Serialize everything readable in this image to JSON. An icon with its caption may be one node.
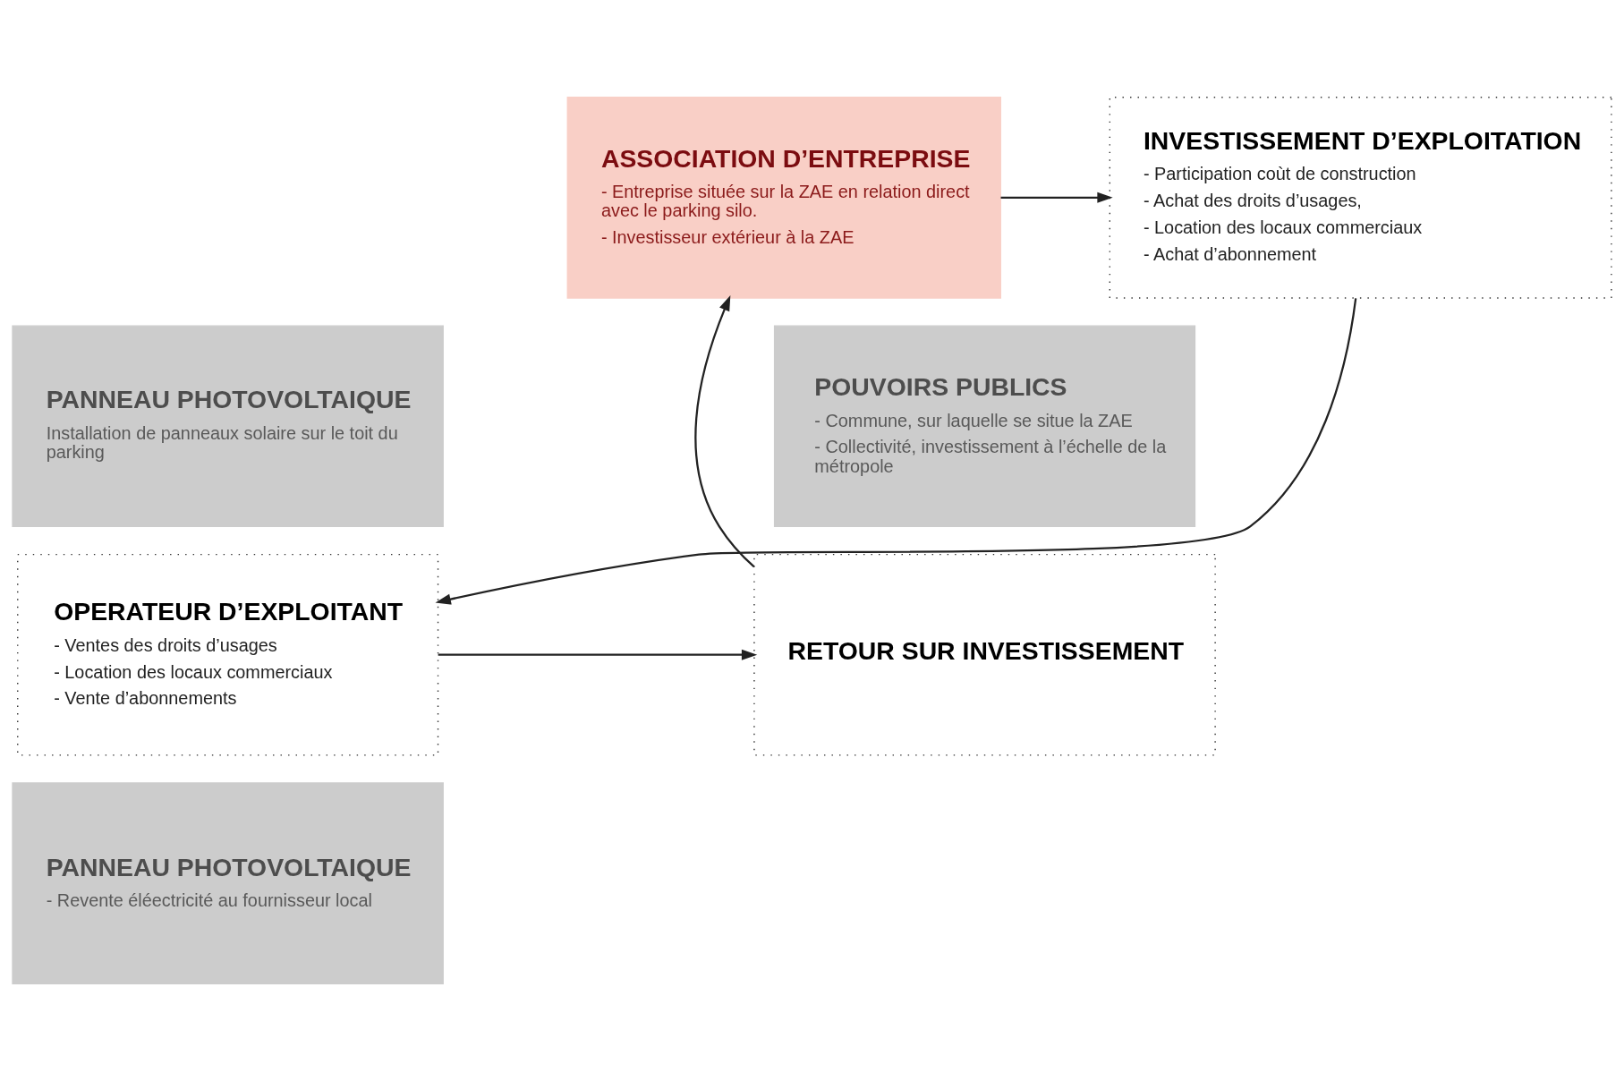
{
  "diagram": {
    "nodes": [
      {
        "text": [
          "ASSOCIATION D’ENTREPRISE",
          "- Entreprise située sur la ZAE en relation direct avec le parking silo.",
          "- Investisseur extérieur à la ZAE"
        ]
      },
      {
        "text": [
          "POUVOIRS PUBLICS",
          "- Commune, sur laquelle se situe la ZAE",
          "- Collectivité, investissement à l’échelle de la métropole"
        ]
      },
      {
        "text": [
          "INVESTISSEMENT D’EXPLOITATION",
          "- Participation coùt de construction",
          "- Achat des droits d’usages,",
          "- Location des locaux commerciaux",
          "- Achat d’abonnement"
        ]
      },
      {
        "text": [
          "PANNEAU PHOTOVOLTAIQUE",
          "Installation de panneaux solaire sur le toit du parking"
        ]
      },
      {
        "text": [
          "RETOUR SUR INVESTISSEMENT"
        ]
      },
      {
        "text": [
          "OPERATEUR D’EXPLOITANT",
          "- Ventes des droits d’usages",
          "- Location des locaux commerciaux",
          "- Vente d’abonnements"
        ]
      },
      {
        "text": [
          "PANNEAU PHOTOVOLTAIQUE",
          "- Revente éléectricité au fournisseur local"
        ]
      }
    ],
    "edges": [
      {
        "from": 0,
        "to": 2,
        "arrow": "to"
      },
      {
        "from": 2,
        "to": 5,
        "arrow": "to"
      },
      {
        "from": 5,
        "to": 4,
        "arrow": "to"
      },
      {
        "from": 4,
        "to": 0,
        "arrow": "to"
      }
    ]
  }
}
